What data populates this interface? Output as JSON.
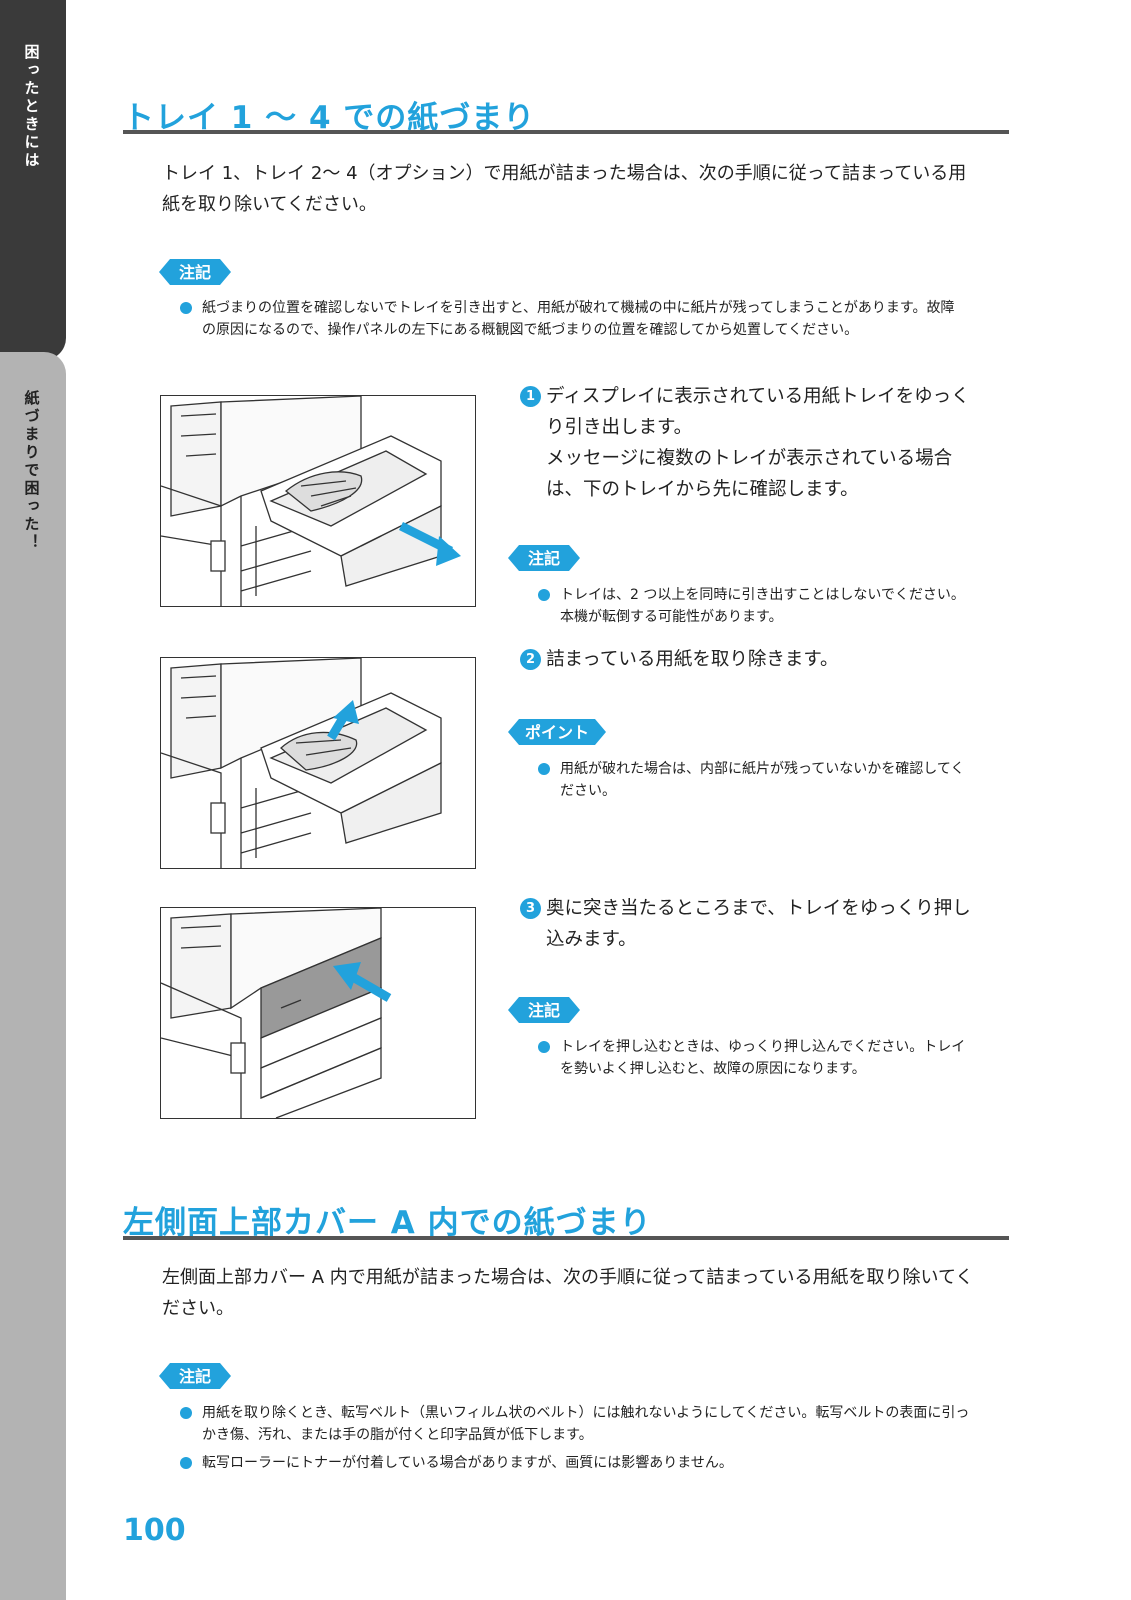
{
  "sidebar": {
    "tab_top": "困ったときには",
    "tab_bottom": "紙づまりで困った！"
  },
  "section1": {
    "title": "トレイ 1 〜 4 での紙づまり",
    "intro": "トレイ 1、トレイ 2〜 4（オプション）で用紙が詰まった場合は、次の手順に従って詰まっている用紙を取り除いてください。",
    "note_badge": "注記",
    "notes": [
      "紙づまりの位置を確認しないでトレイを引き出すと、用紙が破れて機械の中に紙片が残ってしまうことがあります。故障の原因になるので、操作パネルの左下にある概観図で紙づまりの位置を確認してから処置してください。"
    ],
    "steps": [
      {
        "num": "1",
        "text": "ディスプレイに表示されている用紙トレイをゆっくり引き出します。",
        "text2": "メッセージに複数のトレイが表示されている場合は、下のトレイから先に確認します。",
        "badge": "注記",
        "note": "トレイは、2 つ以上を同時に引き出すことはしないでください。本機が転倒する可能性があります。"
      },
      {
        "num": "2",
        "text": "詰まっている用紙を取り除きます。",
        "badge": "ポイント",
        "note": "用紙が破れた場合は、内部に紙片が残っていないかを確認してください。"
      },
      {
        "num": "3",
        "text": "奥に突き当たるところまで、トレイをゆっくり押し込みます。",
        "badge": "注記",
        "note": "トレイを押し込むときは、ゆっくり押し込んでください。トレイを勢いよく押し込むと、故障の原因になります。"
      }
    ]
  },
  "section2": {
    "title": "左側面上部カバー A 内での紙づまり",
    "intro": "左側面上部カバー A 内で用紙が詰まった場合は、次の手順に従って詰まっている用紙を取り除いてください。",
    "note_badge": "注記",
    "notes": [
      "用紙を取り除くとき、転写ベルト（黒いフィルム状のベルト）には触れないようにしてください。転写ベルトの表面に引っかき傷、汚れ、または手の脂が付くと印字品質が低下します。",
      "転写ローラーにトナーが付着している場合がありますが、画質には影響ありません。"
    ]
  },
  "page_number": "100",
  "colors": {
    "accent": "#22a2dc",
    "rule": "#555555",
    "sidebar_dark": "#3a3a3a",
    "sidebar_light": "#b3b3b3"
  }
}
